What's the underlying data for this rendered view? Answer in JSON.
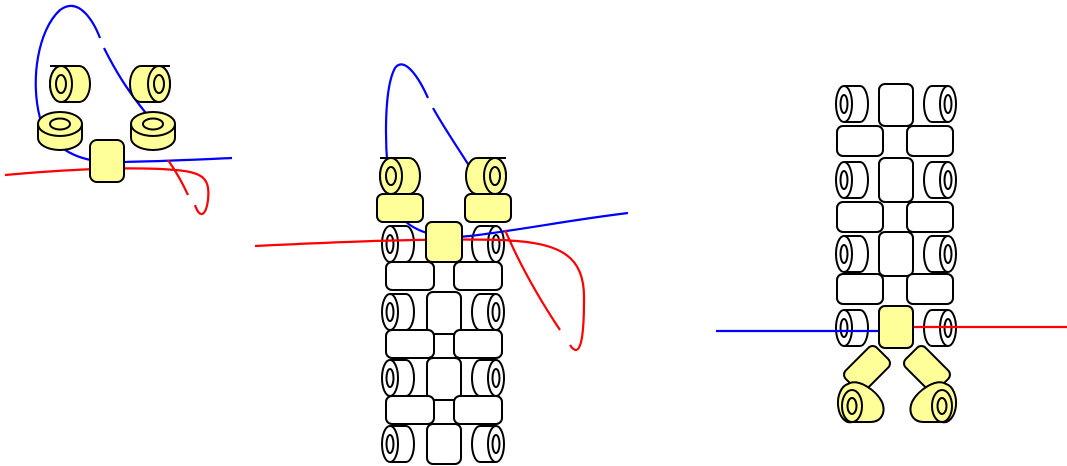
{
  "colors": {
    "bead_highlight": "#ffff99",
    "bead_plain": "#ffffff",
    "outline": "#000000",
    "thread_left": "#0000ff",
    "thread_right": "#ff0000",
    "background": "#ffffff"
  },
  "steps": [
    {
      "id": "step-1",
      "highlighted_beads": 5,
      "description_shown": false
    },
    {
      "id": "step-2",
      "highlighted_beads": 5,
      "description_shown": false
    },
    {
      "id": "step-3",
      "highlighted_beads": 5,
      "description_shown": false
    }
  ]
}
